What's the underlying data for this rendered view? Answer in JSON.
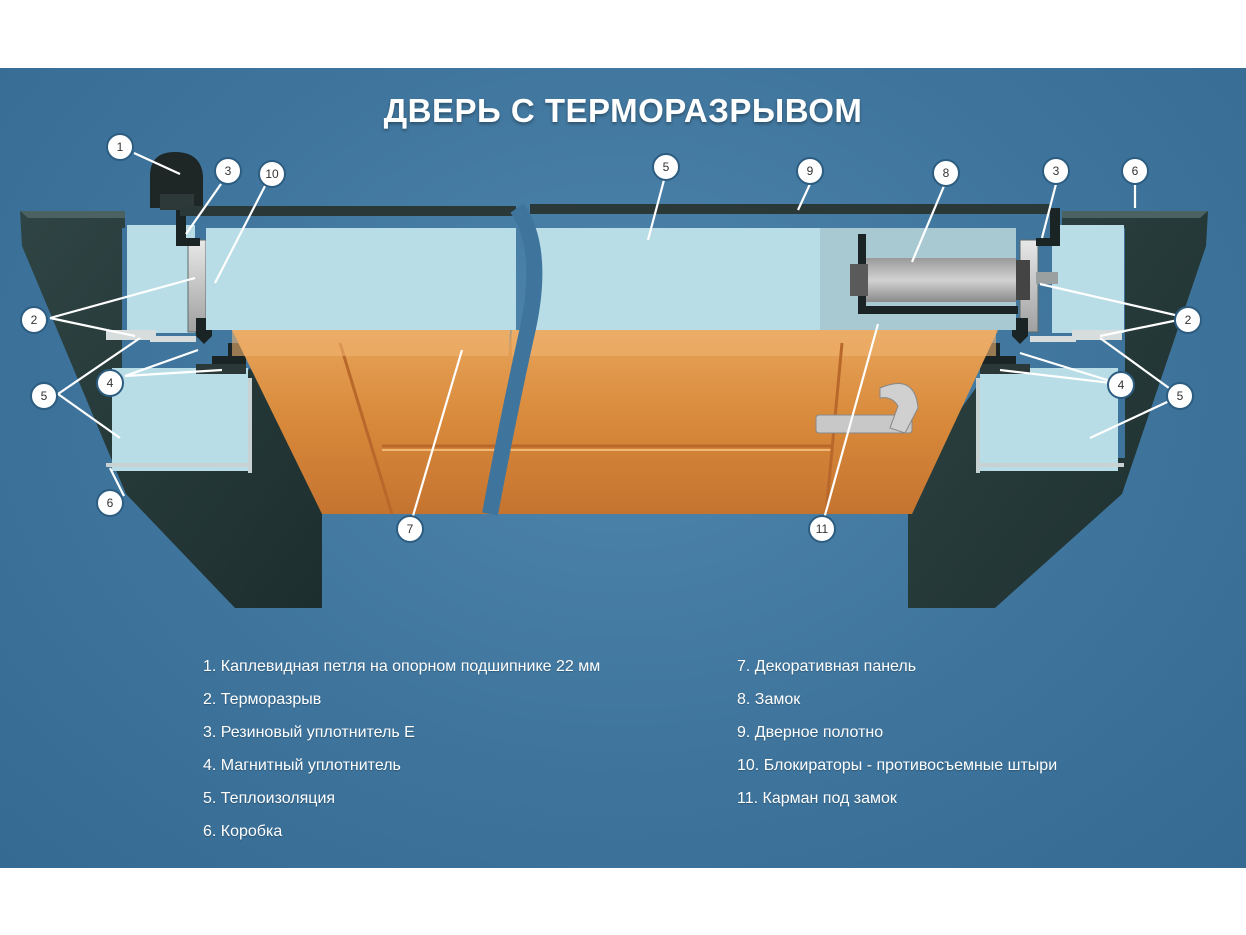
{
  "title": "ДВЕРЬ С ТЕРМОРАЗРЫВОМ",
  "callouts": {
    "c1": "1",
    "c2": "2",
    "c3": "3",
    "c4": "4",
    "c5": "5",
    "c6": "6",
    "c7": "7",
    "c8": "8",
    "c9": "9",
    "c10": "10",
    "c11": "11"
  },
  "legend": {
    "left": [
      "1. Каплевидная петля на опорном подшипнике 22 мм",
      "2. Терморазрыв",
      "3. Резиновый уплотнитель Е",
      "4. Магнитный уплотнитель",
      "5. Теплоизоляция",
      "6. Коробка"
    ],
    "right": [
      "7. Декоративная панель",
      "8. Замок",
      "9. Дверное полотно",
      "10. Блокираторы - противосъемные штыри",
      "11. Карман под замок"
    ]
  },
  "colors": {
    "background": "#3f759d",
    "frame": "#263a3a",
    "insulation": "#b9dde6",
    "wood": "#d8893a",
    "seal": "#1b2424"
  }
}
